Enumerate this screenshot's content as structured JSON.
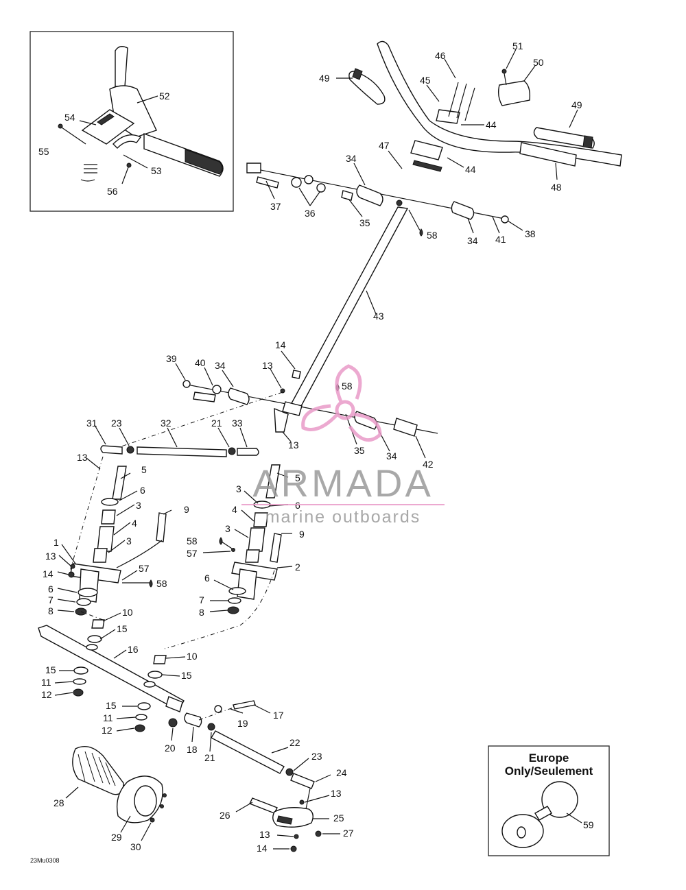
{
  "watermark": {
    "brand": "ARMADA",
    "tagline": "marine outboards",
    "logo_color": "#e99bc8",
    "text_color": "#9a9a9a"
  },
  "inset_europe": {
    "line1": "Europe",
    "line2": "Only/Seulement"
  },
  "drawing_code": "23Mu0308"
}
